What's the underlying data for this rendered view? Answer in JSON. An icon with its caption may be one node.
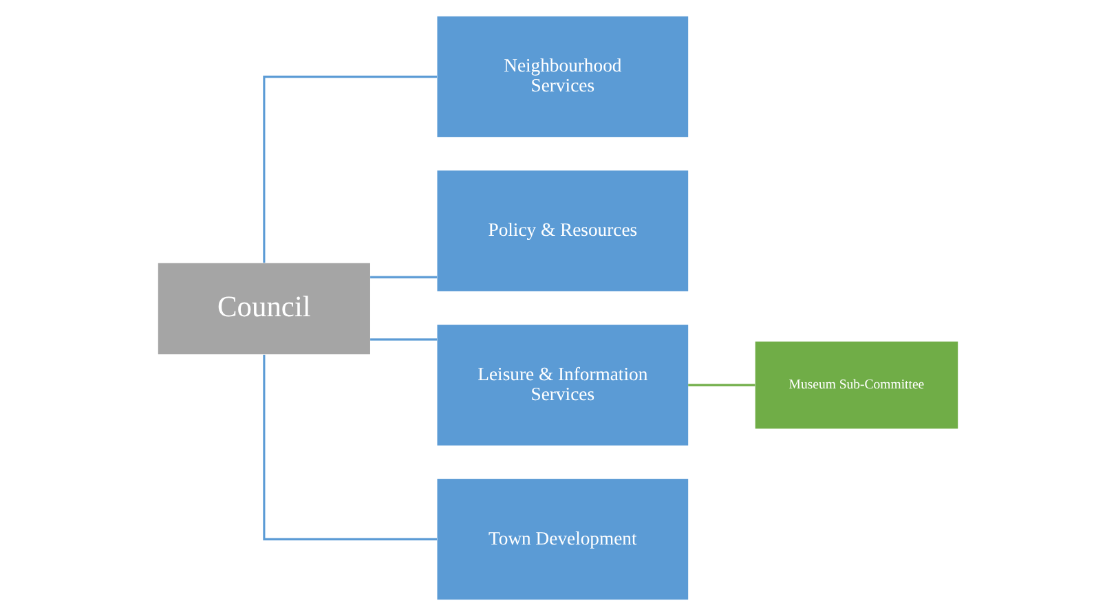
{
  "diagram": {
    "nodes": [
      {
        "text": [
          "Council"
        ]
      },
      {
        "text": [
          "Neighbourhood Services"
        ]
      },
      {
        "text": [
          "Policy & Resources"
        ]
      },
      {
        "text": [
          "Leisure & Information Services"
        ]
      },
      {
        "text": [
          "Town Development"
        ]
      },
      {
        "text": [
          "Museum Sub-Committee"
        ]
      }
    ],
    "edges": [
      {
        "from": 0,
        "to": 1,
        "arrow": "none"
      },
      {
        "from": 0,
        "to": 2,
        "arrow": "none"
      },
      {
        "from": 0,
        "to": 3,
        "arrow": "none"
      },
      {
        "from": 0,
        "to": 4,
        "arrow": "none"
      },
      {
        "from": 3,
        "to": 5,
        "arrow": "none",
        "color": "#70ad47"
      }
    ]
  }
}
